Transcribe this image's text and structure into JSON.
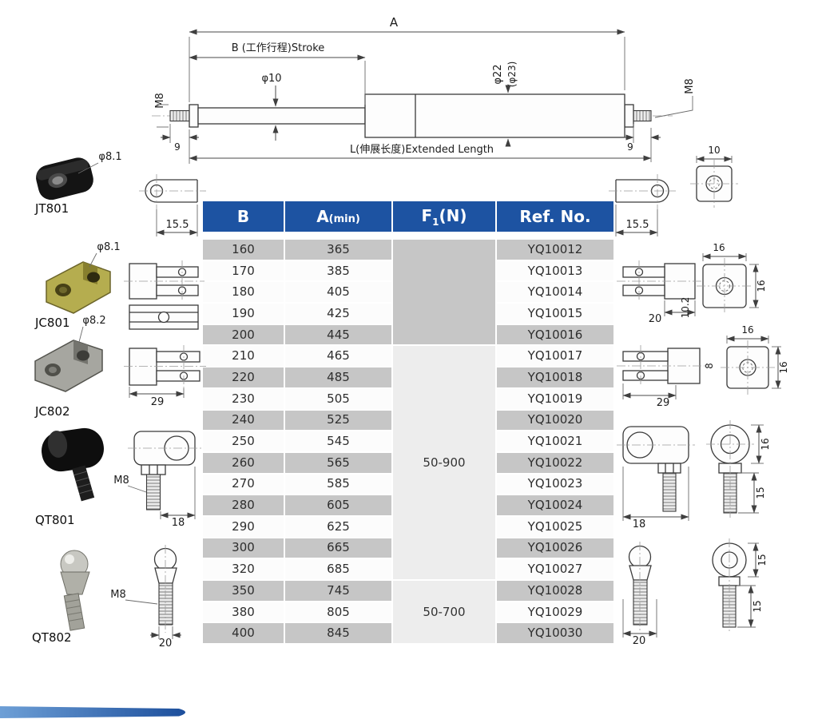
{
  "colors": {
    "header_bg": "#1d53a2",
    "row_shaded": "#c6c6c6",
    "row_light": "#fcfcfc",
    "f1_shaded": "#c6c6c6",
    "f1_light": "#ededed",
    "accent_band": "#2f6ab0"
  },
  "drawing": {
    "dim_overall": "A",
    "dim_stroke": "B (工作行程)Stroke",
    "dim_rod_dia": "φ10",
    "dim_tube_dia": "φ22",
    "dim_tube_dia_alt": "(φ23)",
    "dim_thread_left": "M8",
    "dim_thread_right": "M8",
    "dim_thread_len_left": "9",
    "dim_thread_len_right": "9",
    "dim_extended": "L(伸展长度)Extended Length",
    "dim_eye_left": "15.5",
    "dim_eye_right": "15.5",
    "dim_block": "10"
  },
  "parts": [
    {
      "code": "JT801",
      "dia": "φ8.1"
    },
    {
      "code": "JC801",
      "dia": "φ8.1"
    },
    {
      "code": "JC802",
      "dia": "φ8.2",
      "dim_width": "29"
    },
    {
      "code": "QT801",
      "thread": "M8",
      "dim_width": "18"
    },
    {
      "code": "QT802",
      "thread": "M8",
      "dim_width": "20"
    }
  ],
  "right_views": {
    "clevis1": {
      "dim_top": "16",
      "dim_side": "16",
      "dim_slot": "10.2",
      "dim_bottom": "20"
    },
    "clevis2": {
      "dim_top": "16",
      "dim_side": "16",
      "dim_slot": "8",
      "dim_bottom": "29"
    },
    "ball1": {
      "dim_a": "16",
      "dim_b": "15",
      "dim_bottom": "18"
    },
    "ball2": {
      "dim_a": "15",
      "dim_b": "15",
      "dim_bottom": "20"
    }
  },
  "table": {
    "headers": {
      "b": "B",
      "a_main": "A",
      "a_sub": "(min)",
      "f_main": "F",
      "f_sub": "1",
      "f_unit": "(N)",
      "ref": "Ref. No."
    },
    "f1_groups": [
      {
        "label": "",
        "span": 5,
        "shaded": true
      },
      {
        "label": "50-900",
        "span": 11,
        "shaded": false
      },
      {
        "label": "50-700",
        "span": 3,
        "shaded": false
      }
    ],
    "rows": [
      {
        "b": "160",
        "a": "365",
        "ref": "YQ10012",
        "shaded": true
      },
      {
        "b": "170",
        "a": "385",
        "ref": "YQ10013",
        "shaded": false
      },
      {
        "b": "180",
        "a": "405",
        "ref": "YQ10014",
        "shaded": false
      },
      {
        "b": "190",
        "a": "425",
        "ref": "YQ10015",
        "shaded": false
      },
      {
        "b": "200",
        "a": "445",
        "ref": "YQ10016",
        "shaded": true
      },
      {
        "b": "210",
        "a": "465",
        "ref": "YQ10017",
        "shaded": false
      },
      {
        "b": "220",
        "a": "485",
        "ref": "YQ10018",
        "shaded": true
      },
      {
        "b": "230",
        "a": "505",
        "ref": "YQ10019",
        "shaded": false
      },
      {
        "b": "240",
        "a": "525",
        "ref": "YQ10020",
        "shaded": true
      },
      {
        "b": "250",
        "a": "545",
        "ref": "YQ10021",
        "shaded": false
      },
      {
        "b": "260",
        "a": "565",
        "ref": "YQ10022",
        "shaded": true
      },
      {
        "b": "270",
        "a": "585",
        "ref": "YQ10023",
        "shaded": false
      },
      {
        "b": "280",
        "a": "605",
        "ref": "YQ10024",
        "shaded": true
      },
      {
        "b": "290",
        "a": "625",
        "ref": "YQ10025",
        "shaded": false
      },
      {
        "b": "300",
        "a": "665",
        "ref": "YQ10026",
        "shaded": true
      },
      {
        "b": "320",
        "a": "685",
        "ref": "YQ10027",
        "shaded": false
      },
      {
        "b": "350",
        "a": "745",
        "ref": "YQ10028",
        "shaded": true
      },
      {
        "b": "380",
        "a": "805",
        "ref": "YQ10029",
        "shaded": false
      },
      {
        "b": "400",
        "a": "845",
        "ref": "YQ10030",
        "shaded": true
      }
    ]
  }
}
